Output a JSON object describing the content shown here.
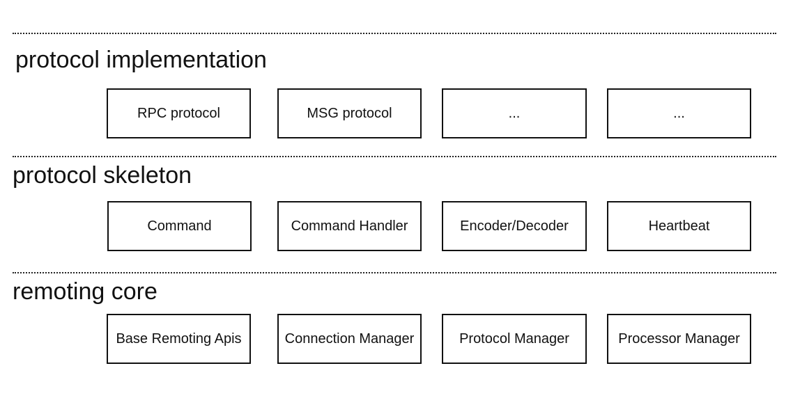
{
  "layers": [
    {
      "title": "protocol implementation",
      "boxes": [
        "RPC protocol",
        "MSG protocol",
        "...",
        "..."
      ]
    },
    {
      "title": "protocol skeleton",
      "boxes": [
        "Command",
        "Command Handler",
        "Encoder/Decoder",
        "Heartbeat"
      ]
    },
    {
      "title": "remoting core",
      "boxes": [
        "Base Remoting Apis",
        "Connection Manager",
        "Protocol Manager",
        "Processor Manager"
      ]
    }
  ]
}
